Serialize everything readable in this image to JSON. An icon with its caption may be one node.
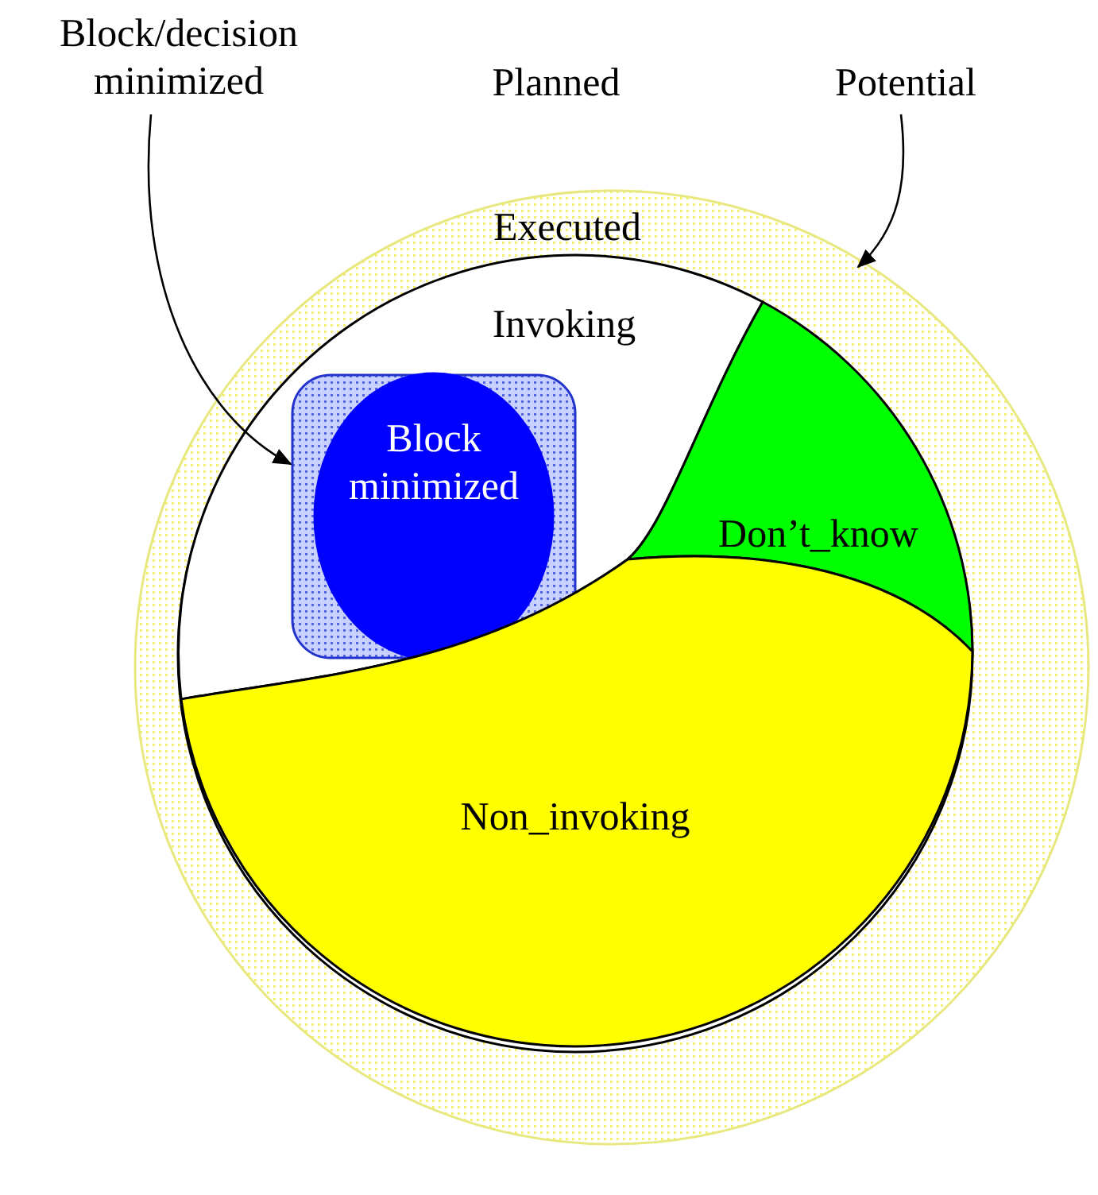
{
  "diagram": {
    "nodes": [
      {
        "text": [
          "Block/decision minimized"
        ]
      },
      {
        "text": [
          "Potential"
        ]
      },
      {
        "text": [],
        "shape": "circle"
      },
      {
        "text": [
          "Executed"
        ],
        "in": 2
      },
      {
        "text": [
          "Invoking"
        ],
        "in": 3
      },
      {
        "text": [],
        "shape": "box",
        "in": 4
      },
      {
        "text": [
          "Block minimized"
        ],
        "in": 5
      },
      {
        "text": [
          "Don’t_know"
        ],
        "in": 3
      },
      {
        "text": [
          "Non_invoking"
        ],
        "in": 3
      }
    ],
    "edges": [
      {
        "from": 0,
        "to": 5,
        "arrow": "to"
      },
      {
        "from": 1,
        "to": 2,
        "arrow": "to"
      }
    ],
    "labels": [
      "Planned"
    ]
  }
}
